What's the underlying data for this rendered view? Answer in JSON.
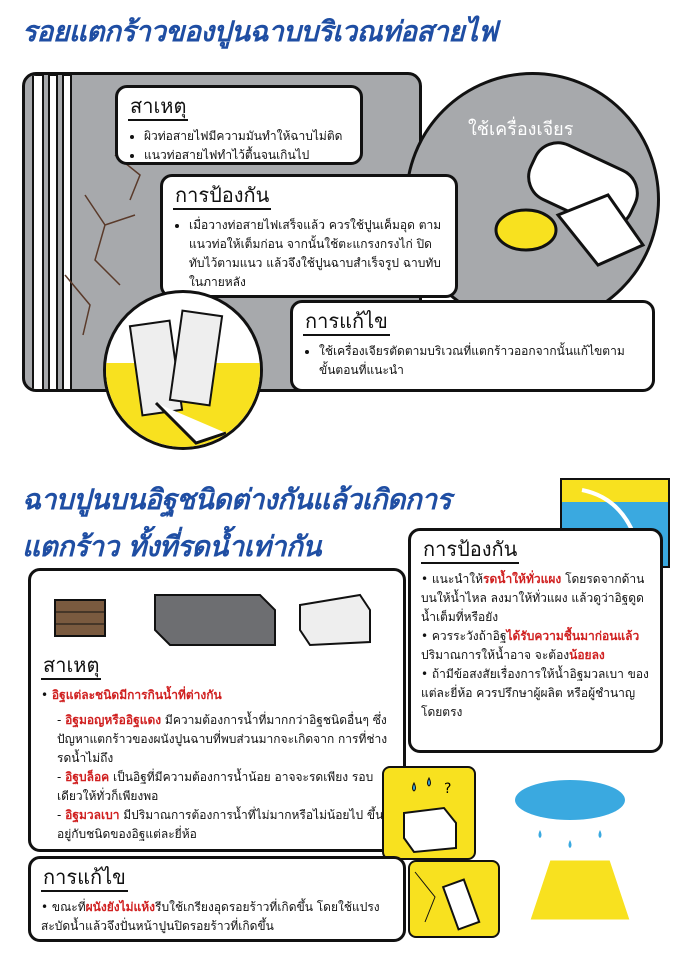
{
  "section1": {
    "title": "รอยแตกร้าวของปูนฉาบบริเวณท่อสายไฟ",
    "grinder_label": "ใช้เครื่องเจียร",
    "cause": {
      "heading": "สาเหตุ",
      "items": [
        "ผิวท่อสายไฟมีความมันทำให้ฉาบไม่ติด",
        "แนวท่อสายไฟทำไว้ตื้นจนเกินไป"
      ]
    },
    "prevent": {
      "heading": "การป้องกัน",
      "items": [
        "เมื่อวางท่อสายไฟเสร็จแล้ว ควรใช้ปูนเค็มอุด ตามแนวท่อให้เต็มก่อน จากนั้นใช้ตะแกรงกรงไก่ ปิดทับไว้ตามแนว แล้วจึงใช้ปูนฉาบสำเร็จรูป ฉาบทับในภายหลัง"
      ]
    },
    "fix": {
      "heading": "การแก้ไข",
      "items": [
        "ใช้เครื่องเจียรตัดตามบริเวณที่แตกร้าวออกจากนั้นแก้ไขตาม ขั้นตอนที่แนะนำ"
      ]
    }
  },
  "section2": {
    "title_line1": "ฉาบปูนบนอิฐชนิดต่างกันแล้วเกิดการ",
    "title_line2": "แตกร้าว ทั้งที่รดน้ำเท่ากัน",
    "prevent": {
      "heading": "การป้องกัน",
      "b1_pre": "แนะนำให้",
      "b1_hl": "รดน้ำให้ทั่วแผง",
      "b1_post": "โดยรดจากด้านบนให้น้ำไหล ลงมาให้ทั่วแผง แล้วดูว่าอิฐดูดน้ำเต็มที่หรือยัง",
      "b2_pre": "ควรระวังถ้าอิฐ",
      "b2_hl": "ได้รับความชื้นมาก่อนแล้ว",
      "b2_mid": "ปริมาณการให้น้ำอาจ จะต้อง",
      "b2_hl2": "น้อยลง",
      "b3": "ถ้ามีข้อสงสัยเรื่องการให้น้ำอิฐมวลเบา ของแต่ละยี่ห้อ ควรปรึกษาผู้ผลิต หรือผู้ชำนาญโดยตรง"
    },
    "cause": {
      "heading": "สาเหตุ",
      "b1": "อิฐแต่ละชนิดมีการกินน้ำที่ต่างกัน",
      "s1_hl": "อิฐมอญหรืออิฐแดง",
      "s1": " มีความต้องการน้ำที่มากกว่าอิฐชนิดอื่นๆ ซึ่งปัญหาแตกร้าวของผนังปูนฉาบที่พบส่วนมากจะเกิดจาก การที่ช่างรดน้ำไม่ถึง",
      "s2_hl": "อิฐบล็อค",
      "s2": " เป็นอิฐที่มีความต้องการน้ำน้อย อาจจะรดเพียง รอบเดียวให้ทั่วก็เพียงพอ",
      "s3_hl": "อิฐมวลเบา",
      "s3": " มีปริมาณการต้องการน้ำที่ไม่มากหรือไม่น้อยไป ขึ้นอยู่กับชนิดของอิฐแต่ละยี่ห้อ"
    },
    "fix": {
      "heading": "การแก้ไข",
      "pre": "ขณะที่",
      "hl": "ผนังยังไม่แห้ง",
      "post": "รีบใช้เกรียงอุดรอยร้าวที่เกิดขึ้น โดยใช้แปรง สะบัดน้ำแล้วจึงปั่นหน้าปูนปิดรอยร้าวที่เกิดขึ้น"
    }
  }
}
